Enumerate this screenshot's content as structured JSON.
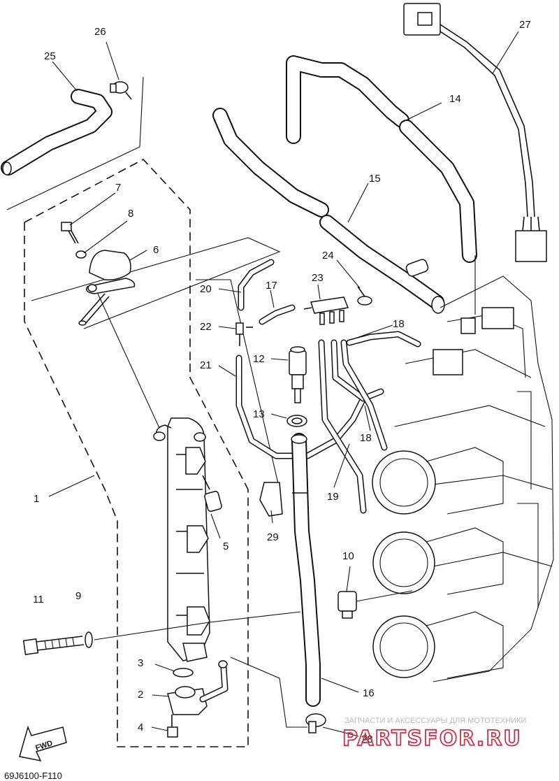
{
  "callouts": {
    "c1": "1",
    "c2": "2",
    "c3": "3",
    "c4": "4",
    "c5": "5",
    "c6": "6",
    "c7": "7",
    "c8": "8",
    "c9": "9",
    "c10": "10",
    "c11": "11",
    "c12": "12",
    "c13": "13",
    "c14": "14",
    "c15": "15",
    "c16": "16",
    "c17": "17",
    "c18a": "18",
    "c18b": "18",
    "c19": "19",
    "c20": "20",
    "c21": "21",
    "c22": "22",
    "c23": "23",
    "c24": "24",
    "c25": "25",
    "c26": "26",
    "c27": "27",
    "c28": "28",
    "c29": "29"
  },
  "fwd_label": "FWD",
  "diagram_code": "69J6100-F110",
  "watermark": {
    "tagline": "ЗАПЧАСТИ И АКСЕССУАРЫ ДЛЯ МОТОТЕХНИКИ",
    "brand": "PARTSFOR.RU"
  }
}
